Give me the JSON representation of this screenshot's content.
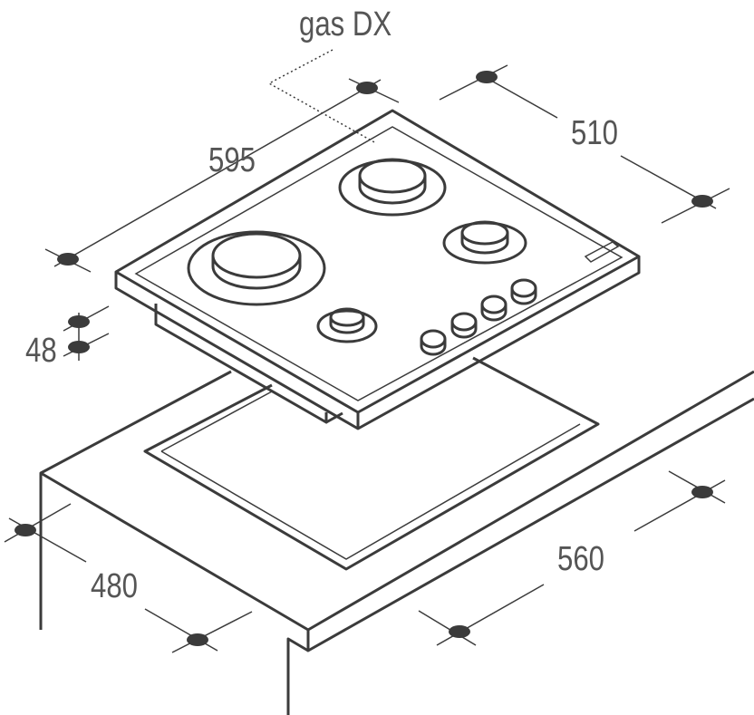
{
  "title": "gas DX",
  "dimensions": {
    "hob_width": "595",
    "hob_depth": "510",
    "hob_height": "48",
    "cutout_depth": "480",
    "cutout_width": "560"
  },
  "colors": {
    "line": "#3b3b3b",
    "text": "#555555"
  }
}
